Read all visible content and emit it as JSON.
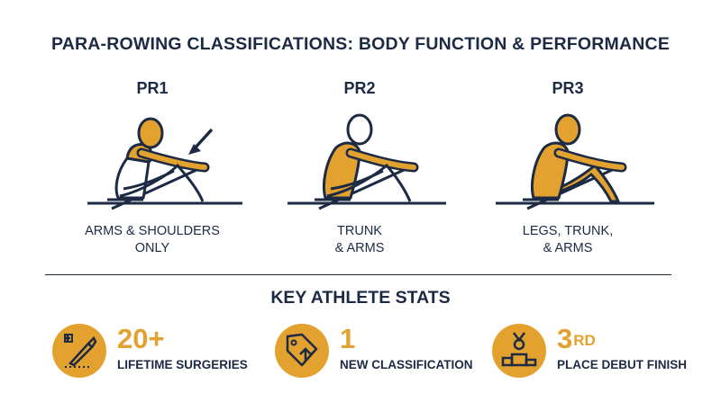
{
  "title": "PARA-ROWING CLASSIFICATIONS: BODY FUNCTION & PERFORMANCE",
  "classes": [
    {
      "name": "PR1",
      "desc_line1": "ARMS & SHOULDERS",
      "desc_line2": "ONLY"
    },
    {
      "name": "PR2",
      "desc_line1": "TRUNK",
      "desc_line2": "& ARMS"
    },
    {
      "name": "PR3",
      "desc_line1": "LEGS, TRUNK,",
      "desc_line2": "& ARMS"
    }
  ],
  "stats_title": "KEY ATHLETE STATS",
  "stats": [
    {
      "value": "20+",
      "suffix": "",
      "label": "LIFETIME SURGERIES",
      "icon": "scalpel-medical-icon"
    },
    {
      "value": "1",
      "suffix": "",
      "label": "NEW CLASSIFICATION",
      "icon": "tag-arrow-icon"
    },
    {
      "value": "3",
      "suffix": "RD",
      "label": "PLACE DEBUT FINISH",
      "icon": "podium-medal-icon"
    }
  ],
  "colors": {
    "accent": "#e3a12f",
    "navy": "#1c2a44",
    "background": "#ffffff"
  }
}
